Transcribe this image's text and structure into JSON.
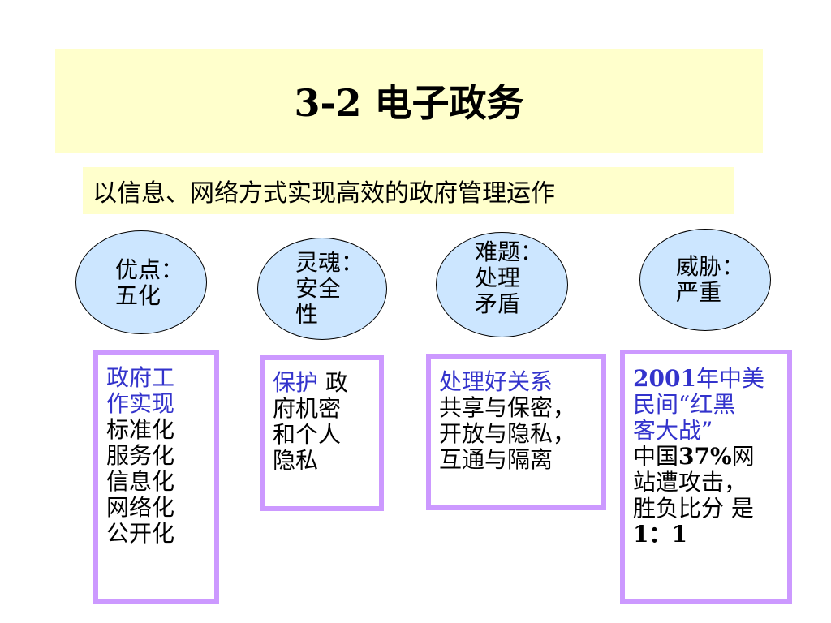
{
  "title": "3-2 电子政务",
  "subtitle": "以信息、网络方式实现高效的政府管理运作",
  "ellipses": [
    {
      "label": "优点：\n五化"
    },
    {
      "label": "灵魂：\n安全\n性"
    },
    {
      "label": "难题：\n处理\n矛盾"
    },
    {
      "label": "威胁：\n严重"
    }
  ],
  "boxes": {
    "box1": {
      "heading": "政府工\n作实现",
      "items": "标准化\n服务化\n信息化\n网络化\n公开化"
    },
    "box2": {
      "heading": "保护",
      "body_first": " 政",
      "body_rest": "\n府机密\n和个人\n隐私"
    },
    "box3": {
      "heading": "处理好关系",
      "items": "共享与保密，\n开放与隐私，\n互通与隔离"
    },
    "box4": {
      "heading_year": "2001",
      "heading_rest": "年中美\n民间“红黑\n客大战”",
      "line_china": "中国",
      "percent": "37%",
      "line_after_percent": "网",
      "rest": "站遭攻击，\n胜负比分 是",
      "score": "1：1"
    }
  },
  "colors": {
    "title_band": "#ffffcc",
    "ellipse_fill": "#cce6ff",
    "box_border": "#cc99ff",
    "heading_blue": "#3333cc"
  }
}
